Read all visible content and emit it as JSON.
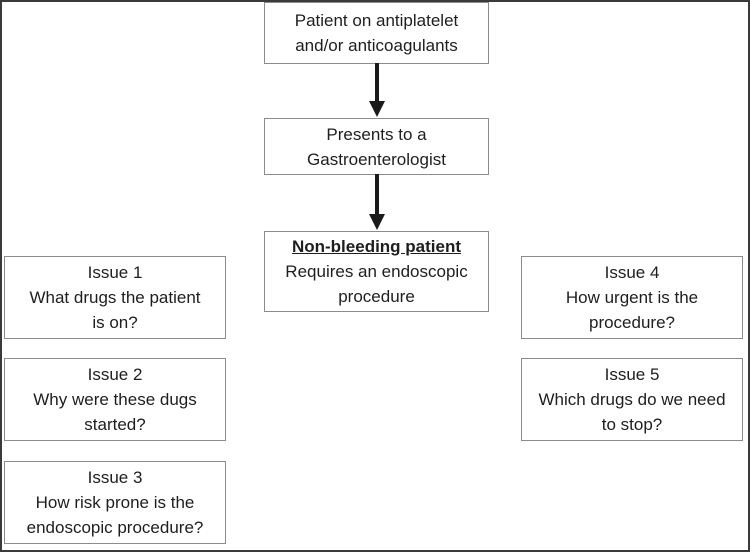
{
  "flowchart": {
    "patient_box": {
      "line1": "Patient on antiplatelet",
      "line2": "and/or anticoagulants"
    },
    "presents_box": {
      "line1": "Presents to a",
      "line2": "Gastroenterologist"
    },
    "nonbleeding_box": {
      "heading": "Non-bleeding patient",
      "line1": "Requires an endoscopic",
      "line2": "procedure"
    },
    "issues": [
      {
        "title": "Issue 1",
        "line1": "What drugs the patient",
        "line2": "is on?"
      },
      {
        "title": "Issue 2",
        "line1": "Why were these dugs",
        "line2": "started?"
      },
      {
        "title": "Issue 3",
        "line1": "How risk prone is the",
        "line2": "endoscopic procedure?"
      },
      {
        "title": "Issue 4",
        "line1": "How urgent is the",
        "line2": "procedure?"
      },
      {
        "title": "Issue 5",
        "line1": "Which drugs do we need",
        "line2": "to stop?"
      }
    ],
    "colors": {
      "box_border": "#8c8c8c",
      "arrow": "#1a1a1a",
      "frame_border": "#3a3a3a",
      "text": "#1e1e1e"
    }
  }
}
